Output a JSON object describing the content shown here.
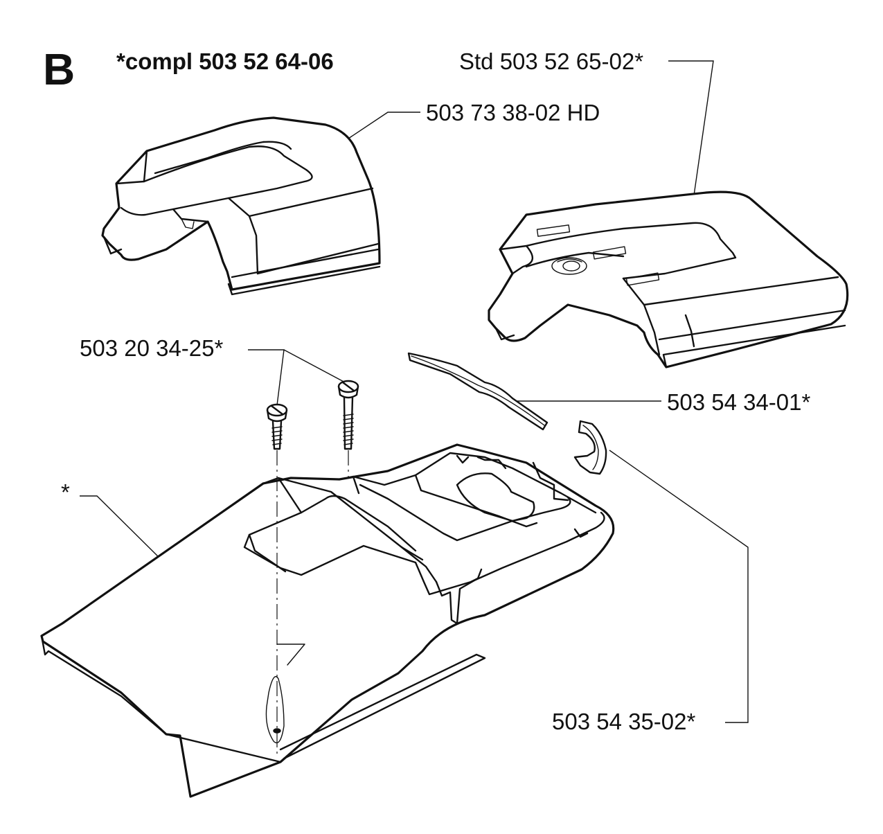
{
  "diagram": {
    "section_letter": "B",
    "kit_label": "*compl 503 52 64-06",
    "callouts": {
      "std_cover": "Std 503 52 65-02*",
      "hd_cover": "503 73 38-02 HD",
      "screws": "503 20 34-25*",
      "seal_strip": "503 54 34-01*",
      "clip": "503 54 35-02*",
      "base_cover": "*"
    }
  }
}
